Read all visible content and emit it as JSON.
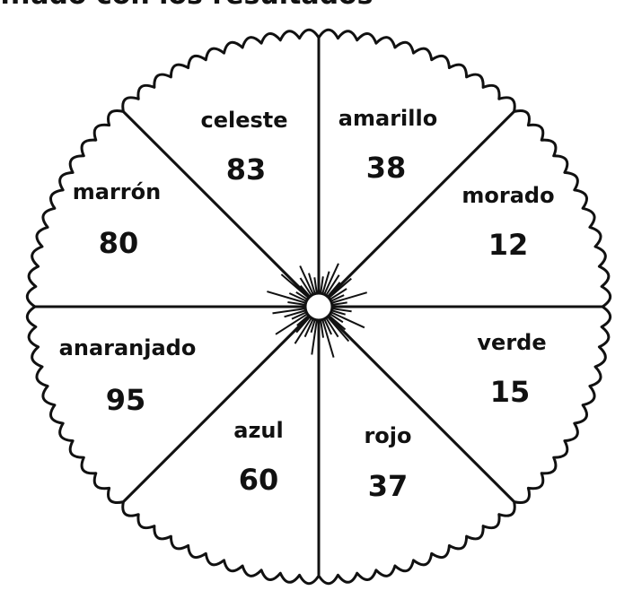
{
  "header": {
    "fragment": "...ado con los resultados"
  },
  "petals": [
    {
      "id": "celeste",
      "color_name": "celeste",
      "number": "83"
    },
    {
      "id": "amarillo",
      "color_name": "amarillo",
      "number": "38"
    },
    {
      "id": "morado",
      "color_name": "morado",
      "number": "12"
    },
    {
      "id": "verde",
      "color_name": "verde",
      "number": "15"
    },
    {
      "id": "rojo",
      "color_name": "rojo",
      "number": "37"
    },
    {
      "id": "azul",
      "color_name": "azul",
      "number": "60"
    },
    {
      "id": "anaranjado",
      "color_name": "anaranjado",
      "number": "95"
    },
    {
      "id": "marron",
      "color_name": "marrón",
      "number": "80"
    }
  ],
  "style": {
    "stroke": "#111111",
    "fill": "#ffffff"
  }
}
